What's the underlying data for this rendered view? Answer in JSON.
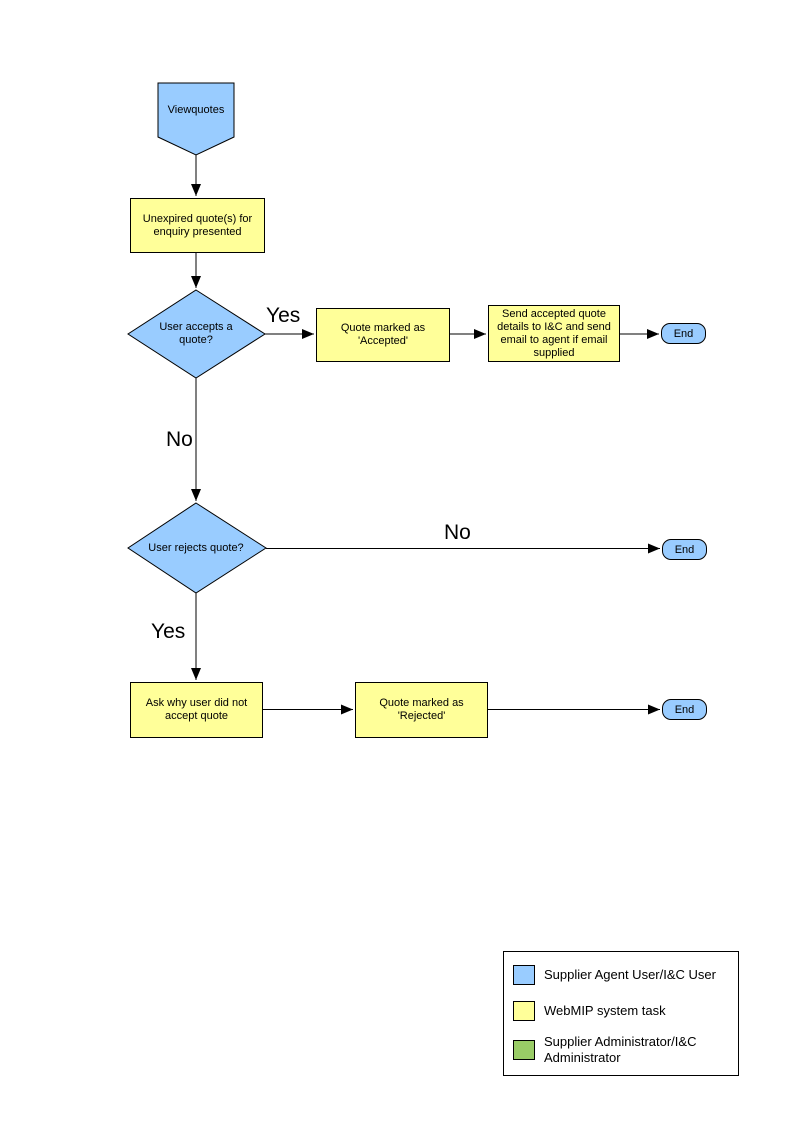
{
  "colors": {
    "actor": "#99CCFF",
    "system_task": "#FFFF99",
    "admin": "#99CC66",
    "line": "#000000"
  },
  "flowchart": {
    "start": {
      "label": "Viewquotes"
    },
    "present": {
      "label": "Unexpired quote(s) for enquiry presented"
    },
    "accept_decision": {
      "label": "User accepts a quote?"
    },
    "accepted": {
      "label": "Quote  marked as 'Accepted'"
    },
    "send_details": {
      "label": "Send accepted quote details to I&C and send email to agent if email supplied"
    },
    "reject_decision": {
      "label": "User rejects quote?"
    },
    "ask_why": {
      "label": "Ask why user did not accept quote"
    },
    "rejected": {
      "label": "Quote  marked as 'Rejected'"
    },
    "ends": [
      "End",
      "End",
      "End"
    ],
    "edge_labels": {
      "accept_yes": "Yes",
      "accept_no": "No",
      "reject_no": "No",
      "reject_yes": "Yes"
    }
  },
  "legend": {
    "items": [
      {
        "label": "Supplier Agent User/I&C User",
        "color": "#99CCFF"
      },
      {
        "label": "WebMIP system task",
        "color": "#FFFF99"
      },
      {
        "label": "Supplier Administrator/I&C Administrator",
        "color": "#99CC66"
      }
    ]
  }
}
